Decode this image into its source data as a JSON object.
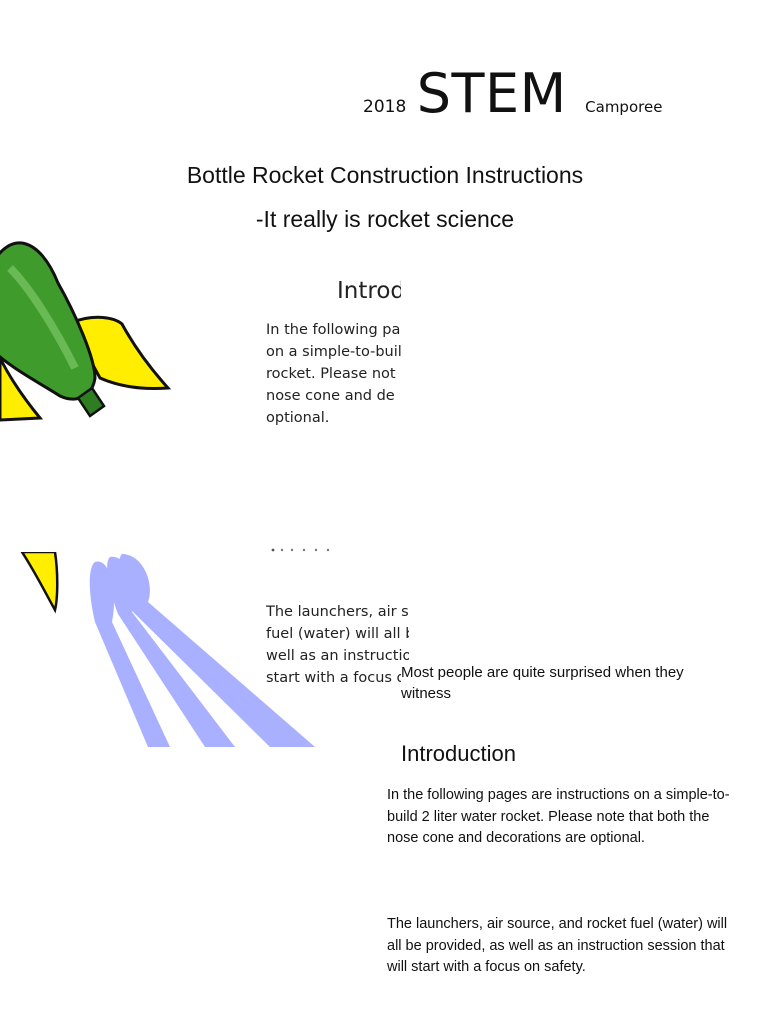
{
  "header": {
    "year": "2018",
    "event": "STEM",
    "subtitle": "Camporee"
  },
  "document": {
    "title": "Bottle Rocket Construction Instructions",
    "tagline": "-It really is rocket science"
  },
  "scanned_page": {
    "heading_fragment": "Introd",
    "lines_top": [
      "In the following pa",
      "on a simple-to-buil",
      "rocket.  Please not",
      "nose cone and de",
      "optional."
    ],
    "lines_bottom": [
      "The launchers, air s",
      "fuel (water) will all b",
      "well as an instructio",
      "start with a focus o"
    ]
  },
  "overlay_note": "Most people are quite surprised when they witness",
  "introduction": {
    "heading": "Introduction",
    "paragraph1": "In the following pages are instructions  on a simple-to-build 2 liter water  rocket. Please note that both the  nose cone and decorations are  optional.",
    "paragraph2": "The launchers, air source, and rocket  fuel (water) will all be provided, as  well as an instruction session that will  start with a focus on safety."
  },
  "colors": {
    "rocket_body": "#3f9c2c",
    "rocket_fin": "#ffee00",
    "exhaust": "#9aa3ff"
  }
}
